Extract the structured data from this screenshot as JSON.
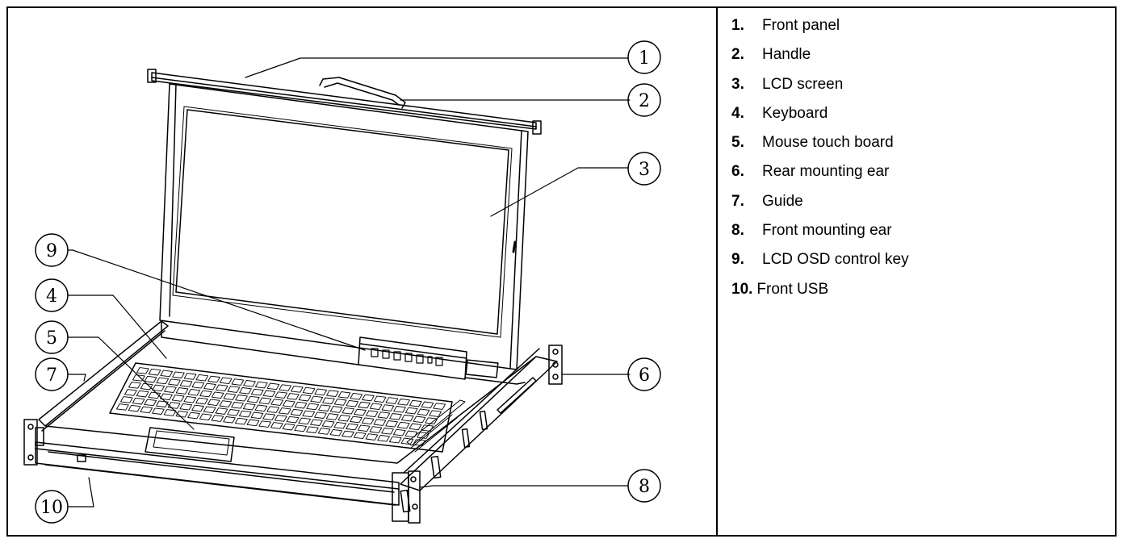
{
  "callouts": [
    "1",
    "2",
    "3",
    "4",
    "5",
    "6",
    "7",
    "8",
    "9",
    "10"
  ],
  "legend": {
    "items": [
      {
        "num": "1.",
        "label": "Front panel"
      },
      {
        "num": "2.",
        "label": "Handle"
      },
      {
        "num": "3.",
        "label": "LCD screen"
      },
      {
        "num": "4.",
        "label": "Keyboard"
      },
      {
        "num": "5.",
        "label": "Mouse touch board"
      },
      {
        "num": "6.",
        "label": "Rear mounting ear"
      },
      {
        "num": "7.",
        "label": "Guide"
      },
      {
        "num": "8.",
        "label": "Front mounting ear"
      },
      {
        "num": "9.",
        "label": "LCD OSD control key"
      },
      {
        "num": "10.",
        "label": "Front USB"
      }
    ]
  }
}
